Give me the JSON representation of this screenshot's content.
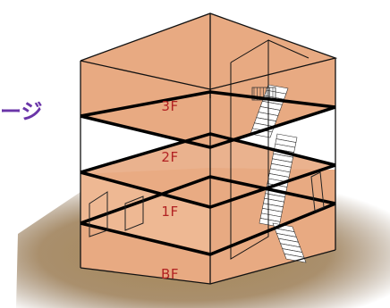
{
  "cut_label": "ージ",
  "floors": [
    {
      "label": "3F"
    },
    {
      "label": "2F"
    },
    {
      "label": "1F"
    },
    {
      "label": "BF"
    }
  ],
  "colors": {
    "wall": "#e8aa82",
    "wall_light": "#f2c2a2",
    "shadow": "#8a6a40",
    "outline": "#111111",
    "label": "#b22222",
    "cut_label": "#6a35a8"
  }
}
